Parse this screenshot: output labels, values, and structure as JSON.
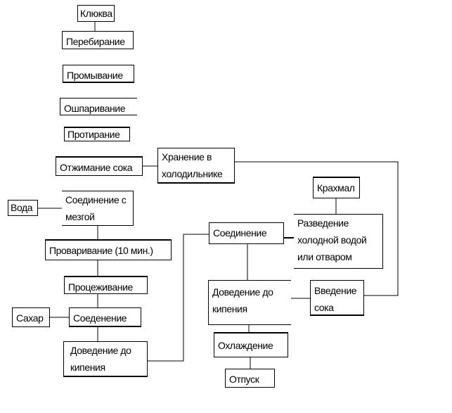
{
  "nodes": {
    "cranberry": "Клюква",
    "sorting": "Перебирание",
    "washing": "Промывание",
    "scalding": "Ошпаривание",
    "rubbing": "Протирание",
    "juicing": "Отжимание сока",
    "storage": "Хранение в холодильнике",
    "water": "Вода",
    "mix_pulp": "Соединение с мезгой",
    "boiling": "Проваривание (10 мин.)",
    "straining": "Процеживание",
    "sugar": "Сахар",
    "mixing": "Соеденение",
    "bring_boil_1": "Доведение до кипения",
    "combine": "Соединение",
    "starch": "Крахмал",
    "dilution": "Разведение холодной водой или отваром",
    "bring_boil_2": "Доведение до кипения",
    "add_juice": "Введение сока",
    "cooling": "Охлаждение",
    "serving": "Отпуск"
  }
}
